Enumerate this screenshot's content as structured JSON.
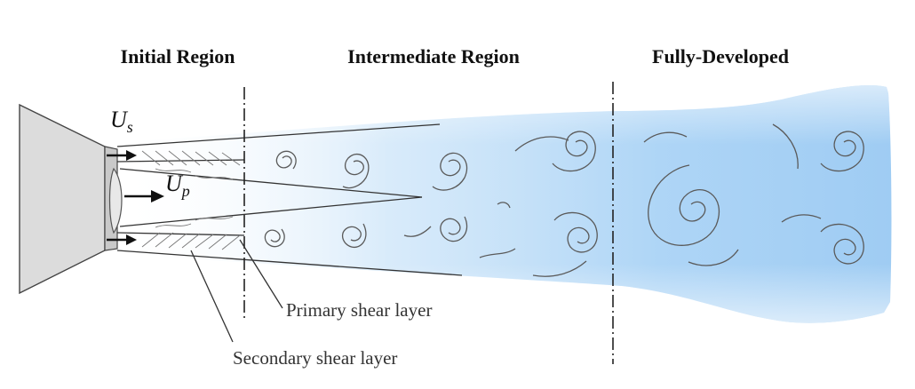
{
  "regions": {
    "initial": "Initial Region",
    "intermediate": "Intermediate Region",
    "developed": "Fully-Developed"
  },
  "symbols": {
    "us_main": "U",
    "us_sub": "s",
    "up_main": "U",
    "up_sub": "p"
  },
  "annotations": {
    "primary": "Primary shear layer",
    "secondary": "Secondary shear layer"
  },
  "colors": {
    "plume": "#a9d3f5",
    "nozzle": "#dcdcdc"
  }
}
